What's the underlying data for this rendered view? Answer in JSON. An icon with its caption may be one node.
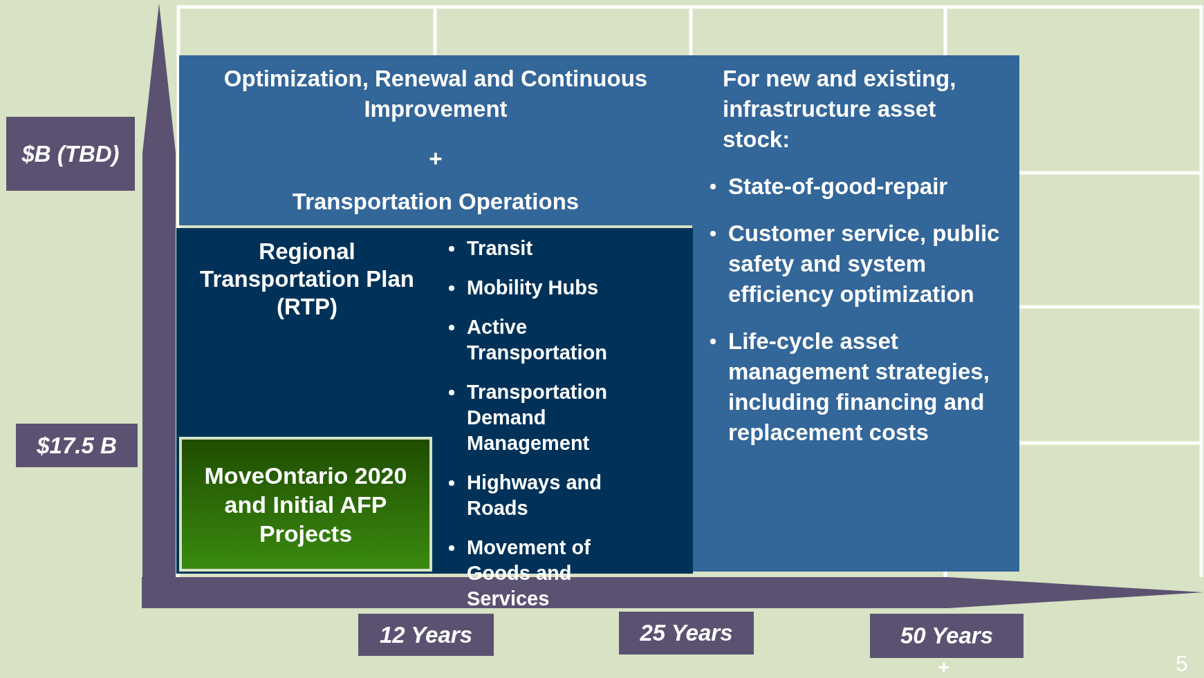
{
  "diagram": {
    "nodes": [
      {
        "text": [
          "Optimization, Renewal and Continuous Improvement",
          "+",
          "Transportation Operations"
        ]
      },
      {
        "text": [
          "For new and existing, infrastructure asset stock:",
          "State-of-good-repair",
          "Customer service, public safety and system efficiency optimization",
          "Life-cycle asset management strategies, including financing and replacement costs"
        ]
      },
      {
        "text": [
          "Regional Transportation Plan (RTP)",
          "Transit",
          "Mobility Hubs",
          "Active Transportation",
          "Transportation Demand Management",
          "Highways and Roads",
          "Movement of Goods and Services"
        ]
      },
      {
        "text": [
          "MoveOntario 2020 and Initial AFP Projects"
        ],
        "in": 2
      },
      {
        "text": [
          "$B (TBD)"
        ]
      },
      {
        "text": [
          "$17.5 B"
        ]
      },
      {
        "text": [
          "12 Years"
        ]
      },
      {
        "text": [
          "25 Years"
        ]
      },
      {
        "text": [
          "50 Years"
        ]
      }
    ],
    "labels": [
      "+",
      "5"
    ]
  }
}
